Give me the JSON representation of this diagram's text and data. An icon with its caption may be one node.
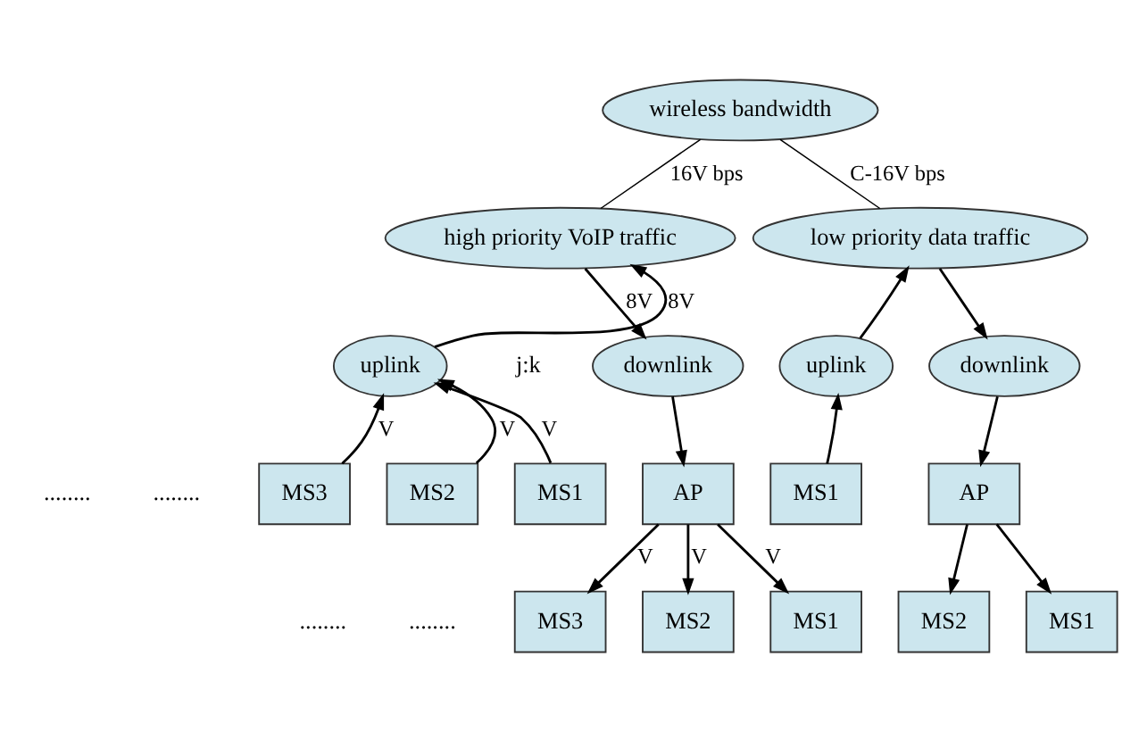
{
  "diagram": {
    "nodes": [
      {
        "text": [
          "wireless bandwidth"
        ]
      },
      {
        "text": [
          "high priority VoIP traffic"
        ]
      },
      {
        "text": [
          "low priority data traffic"
        ]
      },
      {
        "text": [
          "uplink"
        ]
      },
      {
        "text": [
          "downlink"
        ]
      },
      {
        "text": [
          "MS3"
        ]
      },
      {
        "text": [
          "MS2"
        ]
      },
      {
        "text": [
          "MS1"
        ]
      },
      {
        "text": [
          "AP"
        ]
      },
      {
        "text": [
          "MS3"
        ]
      },
      {
        "text": [
          "MS2"
        ]
      },
      {
        "text": [
          "MS1"
        ]
      },
      {
        "text": [
          "uplink"
        ]
      },
      {
        "text": [
          "downlink"
        ]
      },
      {
        "text": [
          "MS1"
        ]
      },
      {
        "text": [
          "AP"
        ]
      },
      {
        "text": [
          "MS2"
        ]
      },
      {
        "text": [
          "MS1"
        ]
      }
    ],
    "edges": [
      {
        "from": 0,
        "to": 1,
        "arrow": "none",
        "label": "16V bps"
      },
      {
        "from": 0,
        "to": 2,
        "arrow": "none",
        "label": "C-16V bps"
      },
      {
        "from": 3,
        "to": 1,
        "arrow": "to",
        "label": "8V"
      },
      {
        "from": 1,
        "to": 4,
        "arrow": "to",
        "label": "8V"
      },
      {
        "from": 5,
        "to": 3,
        "arrow": "to",
        "label": "V"
      },
      {
        "from": 6,
        "to": 3,
        "arrow": "to",
        "label": "V"
      },
      {
        "from": 7,
        "to": 3,
        "arrow": "to",
        "label": "V"
      },
      {
        "from": 4,
        "to": 8,
        "arrow": "to"
      },
      {
        "from": 8,
        "to": 9,
        "arrow": "to",
        "label": "V"
      },
      {
        "from": 8,
        "to": 10,
        "arrow": "to",
        "label": "V"
      },
      {
        "from": 8,
        "to": 11,
        "arrow": "to",
        "label": "V"
      },
      {
        "from": 12,
        "to": 2,
        "arrow": "to"
      },
      {
        "from": 2,
        "to": 13,
        "arrow": "to"
      },
      {
        "from": 14,
        "to": 12,
        "arrow": "to"
      },
      {
        "from": 13,
        "to": 15,
        "arrow": "to"
      },
      {
        "from": 15,
        "to": 16,
        "arrow": "to"
      },
      {
        "from": 15,
        "to": 17,
        "arrow": "to"
      }
    ],
    "labels": [
      "j:k",
      "........",
      "........",
      "........",
      "........"
    ]
  }
}
